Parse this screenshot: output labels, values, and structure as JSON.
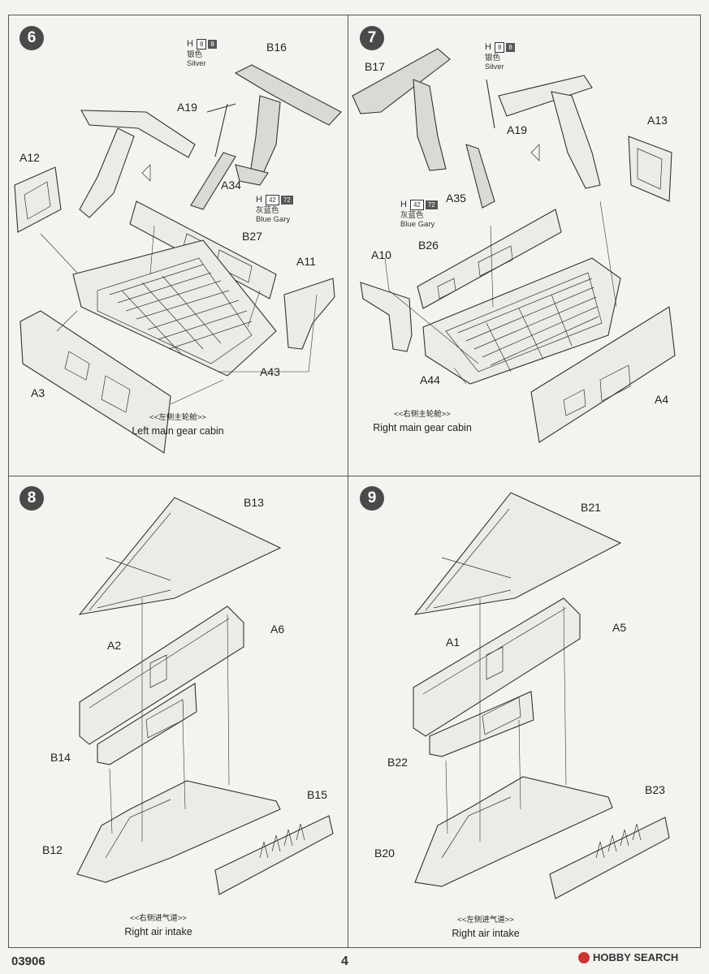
{
  "footer": {
    "code": "03906",
    "page": "4",
    "watermark": "HOBBY SEARCH"
  },
  "step6": {
    "number": "6",
    "labels": {
      "a12": "A12",
      "a19": "A19",
      "b16": "B16",
      "a34": "A34",
      "b27": "B27",
      "a11": "A11",
      "a3": "A3",
      "a43": "A43"
    },
    "paint_silver": {
      "h": "H",
      "code1": "8",
      "code2": "8",
      "cn": "银色",
      "en": "Silver"
    },
    "paint_blue": {
      "h": "H",
      "code1": "42",
      "code2": "72",
      "cn": "灰蓝色",
      "en": "Blue Gary"
    },
    "caption_cn": "<<左侧主轮舱>>",
    "caption_en": "Left main gear cabin"
  },
  "step7": {
    "number": "7",
    "labels": {
      "b17": "B17",
      "a19": "A19",
      "a13": "A13",
      "a35": "A35",
      "a10": "A10",
      "b26": "B26",
      "a44": "A44",
      "a4": "A4"
    },
    "paint_silver": {
      "h": "H",
      "code1": "8",
      "code2": "8",
      "cn": "银色",
      "en": "Silver"
    },
    "paint_blue": {
      "h": "H",
      "code1": "42",
      "code2": "72",
      "cn": "灰蓝色",
      "en": "Blue Gary"
    },
    "caption_cn": "<<右侧主轮舱>>",
    "caption_en": "Right main gear cabin"
  },
  "step8": {
    "number": "8",
    "labels": {
      "b13": "B13",
      "a6": "A6",
      "a2": "A2",
      "b14": "B14",
      "b15": "B15",
      "b12": "B12"
    },
    "caption_cn": "<<右侧进气道>>",
    "caption_en": "Right air intake"
  },
  "step9": {
    "number": "9",
    "labels": {
      "b21": "B21",
      "a5": "A5",
      "a1": "A1",
      "b22": "B22",
      "b23": "B23",
      "b20": "B20"
    },
    "caption_cn": "<<左侧进气道>>",
    "caption_en": "Right air intake"
  }
}
